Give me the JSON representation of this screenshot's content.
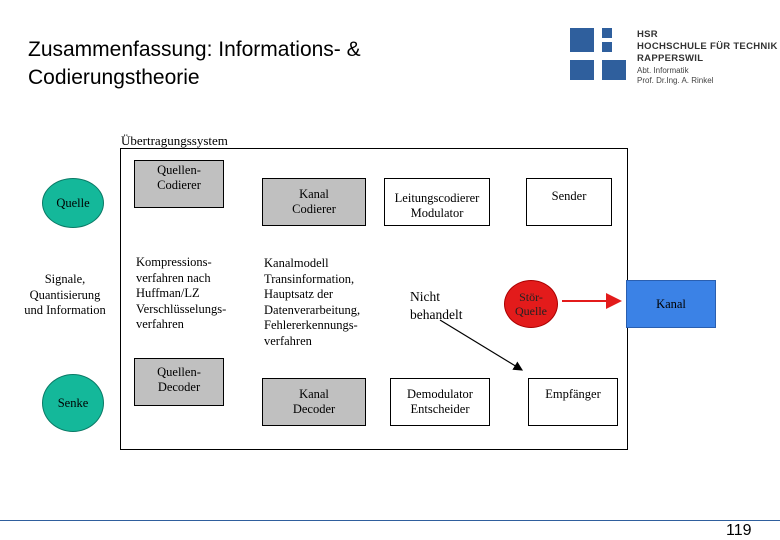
{
  "slide": {
    "title_line1": "Zusammenfassung: Informations- &",
    "title_line2": "Codierungstheorie",
    "page_number": "119"
  },
  "institution": {
    "line1": "HSR",
    "line2": "HOCHSCHULE FÜR TECHNIK",
    "line3": "RAPPERSWIL",
    "dept": "Abt. Informatik",
    "prof": "Prof. Dr.Ing. A. Rinkel",
    "brand_color": "#2f5f9d"
  },
  "diagram": {
    "system_label": "Übertragungssystem",
    "quelle": "Quelle",
    "senke": "Senke",
    "signale": [
      "Signale,",
      "Quantisierung",
      "und Information"
    ],
    "quellen_codierer": [
      "Quellen-",
      "Codierer"
    ],
    "quellen_decoder": [
      "Quellen-",
      "Decoder"
    ],
    "kanal_codierer": [
      "Kanal",
      "Codierer"
    ],
    "kanal_decoder": [
      "Kanal",
      "Decoder"
    ],
    "leitungscodierer": [
      "Leitungscodierer",
      "Modulator"
    ],
    "demodulator": [
      "Demodulator",
      "Entscheider"
    ],
    "sender": "Sender",
    "empfaenger": "Empfänger",
    "kanal": "Kanal",
    "stoer_quelle": [
      "Stör-",
      "Quelle"
    ],
    "kompression": [
      "Kompressions-",
      "verfahren nach",
      "Huffman/LZ",
      "Verschlüsselungs-",
      "verfahren"
    ],
    "kanalmodell": [
      "Kanalmodell",
      "Transinformation,",
      "Hauptsatz der",
      "Datenverarbeitung,",
      "Fehlererkennungs-",
      "verfahren"
    ],
    "nicht_behandelt": [
      "Nicht",
      "behandelt"
    ],
    "colors": {
      "source_circle": "#14b89a",
      "gray_box": "#c0c0c0",
      "kanal_box": "#3b82e6",
      "stoer": "#e31b1b",
      "arrow": "#e31b1b"
    }
  }
}
